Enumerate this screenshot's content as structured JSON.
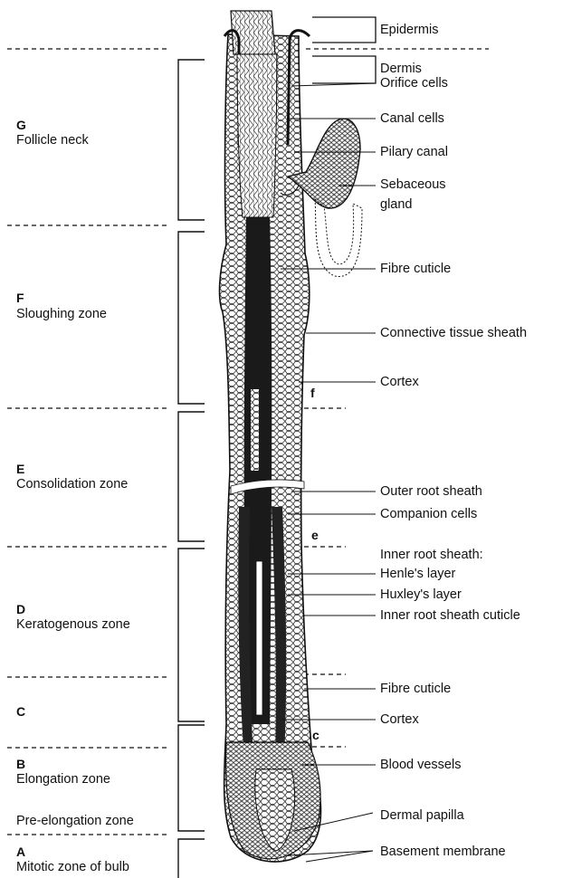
{
  "zones": [
    {
      "letter": "G",
      "name": "Follicle neck"
    },
    {
      "letter": "F",
      "name": "Sloughing zone"
    },
    {
      "letter": "E",
      "name": "Consolidation zone"
    },
    {
      "letter": "D",
      "name": "Keratogenous zone"
    },
    {
      "letter": "C",
      "name": ""
    },
    {
      "letter": "B",
      "name": "Elongation zone"
    },
    {
      "letter": "",
      "name": "Pre-elongation zone"
    },
    {
      "letter": "A",
      "name": "Mitotic zone of bulb"
    }
  ],
  "labels": {
    "epidermis": "Epidermis",
    "dermis": "Dermis",
    "orifice_cells": "Orifice cells",
    "canal_cells": "Canal cells",
    "pilary_canal": "Pilary canal",
    "sebaceous_gland_1": "Sebaceous",
    "sebaceous_gland_2": "gland",
    "fibre_cuticle_upper": "Fibre cuticle",
    "connective_tissue_sheath": "Connective tissue sheath",
    "cortex_upper": "Cortex",
    "outer_root_sheath": "Outer root sheath",
    "companion_cells": "Companion cells",
    "inner_root_sheath": "Inner root sheath:",
    "henles_layer": "Henle's layer",
    "huxleys_layer": "Huxley's layer",
    "inner_root_sheath_cuticle": "Inner root sheath cuticle",
    "fibre_cuticle_lower": "Fibre cuticle",
    "cortex_lower": "Cortex",
    "blood_vessels": "Blood vessels",
    "dermal_papilla": "Dermal papilla",
    "basement_membrane": "Basement membrane"
  },
  "markers": {
    "f": "f",
    "e": "e",
    "c": "c"
  },
  "colors": {
    "ink": "#111111",
    "background": "#ffffff"
  }
}
